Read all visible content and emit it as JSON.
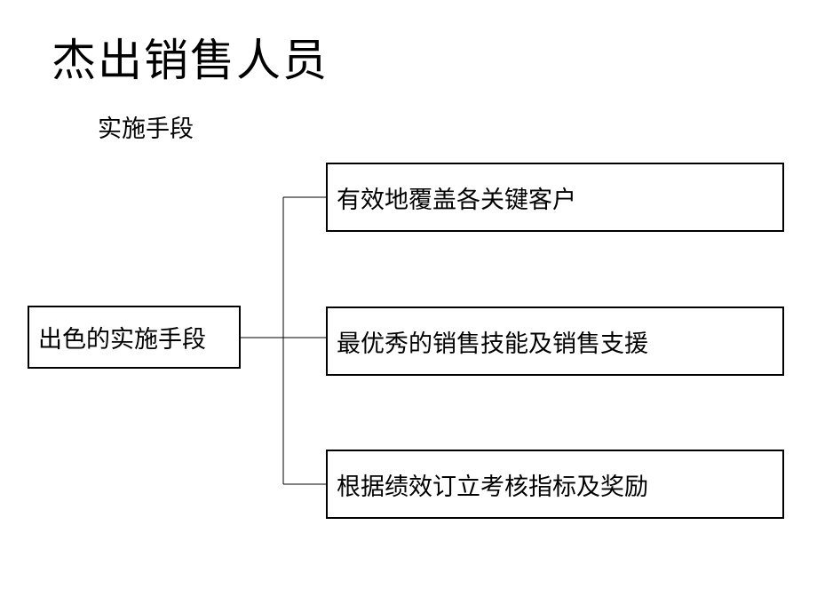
{
  "title": "杰出销售人员",
  "subtitle": "实施手段",
  "root": {
    "label": "出色的实施手段"
  },
  "branches": [
    {
      "label": "有效地覆盖各关键客户"
    },
    {
      "label": "最优秀的销售技能及销售支援"
    },
    {
      "label": "根据绩效订立考核指标及奖励"
    }
  ]
}
